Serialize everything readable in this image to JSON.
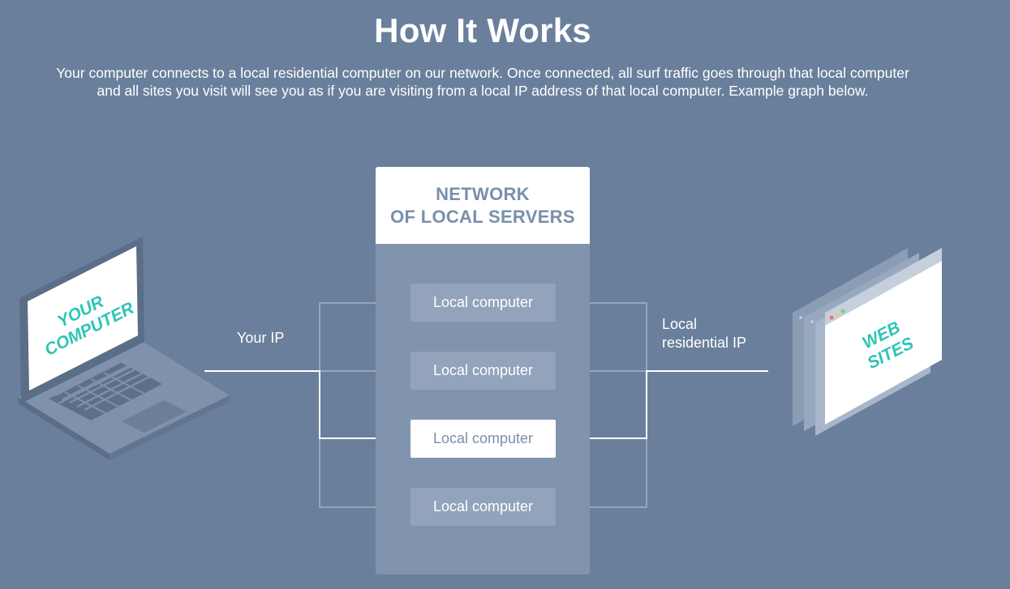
{
  "header": {
    "title": "How It Works",
    "description": "Your computer connects to a local residential computer on our network. Once connected, all surf traffic goes through that local computer and all sites you visit will see you as if you are visiting from a local IP address of that local computer. Example graph below."
  },
  "diagram": {
    "laptop_label_line1": "YOUR",
    "laptop_label_line2": "COMPUTER",
    "your_ip_label": "Your IP",
    "network_title": "NETWORK\nOF LOCAL SERVERS",
    "nodes": [
      {
        "label": "Local computer",
        "active": false
      },
      {
        "label": "Local computer",
        "active": false
      },
      {
        "label": "Local computer",
        "active": true
      },
      {
        "label": "Local computer",
        "active": false
      }
    ],
    "residential_ip_label_line1": "Local",
    "residential_ip_label_line2": "residential IP",
    "websites_label_line1": "WEB",
    "websites_label_line2": "SITES",
    "accent_color": "#2ec4b6"
  }
}
